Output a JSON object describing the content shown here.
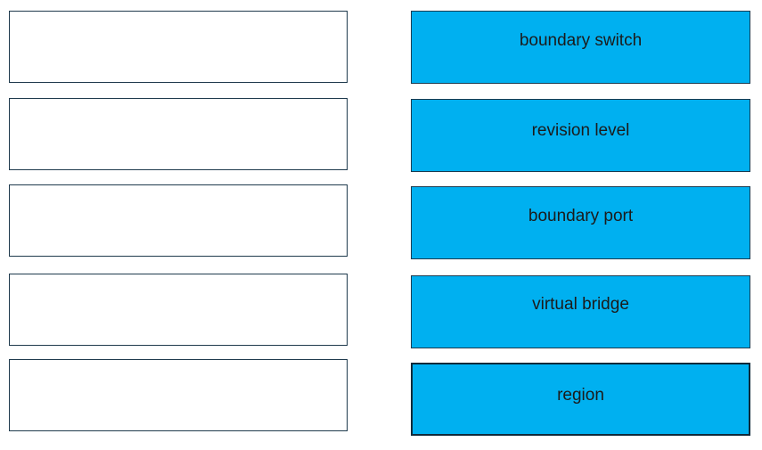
{
  "drop_targets": [
    {
      "label": ""
    },
    {
      "label": ""
    },
    {
      "label": ""
    },
    {
      "label": ""
    },
    {
      "label": ""
    }
  ],
  "answer_options": [
    {
      "label": "boundary switch"
    },
    {
      "label": "revision level"
    },
    {
      "label": "boundary port"
    },
    {
      "label": "virtual bridge"
    },
    {
      "label": "region"
    }
  ],
  "colors": {
    "option_fill": "#00b0f0",
    "option_border": "#1a3b50",
    "target_border": "#1f3a4d",
    "target_fill": "#ffffff"
  }
}
